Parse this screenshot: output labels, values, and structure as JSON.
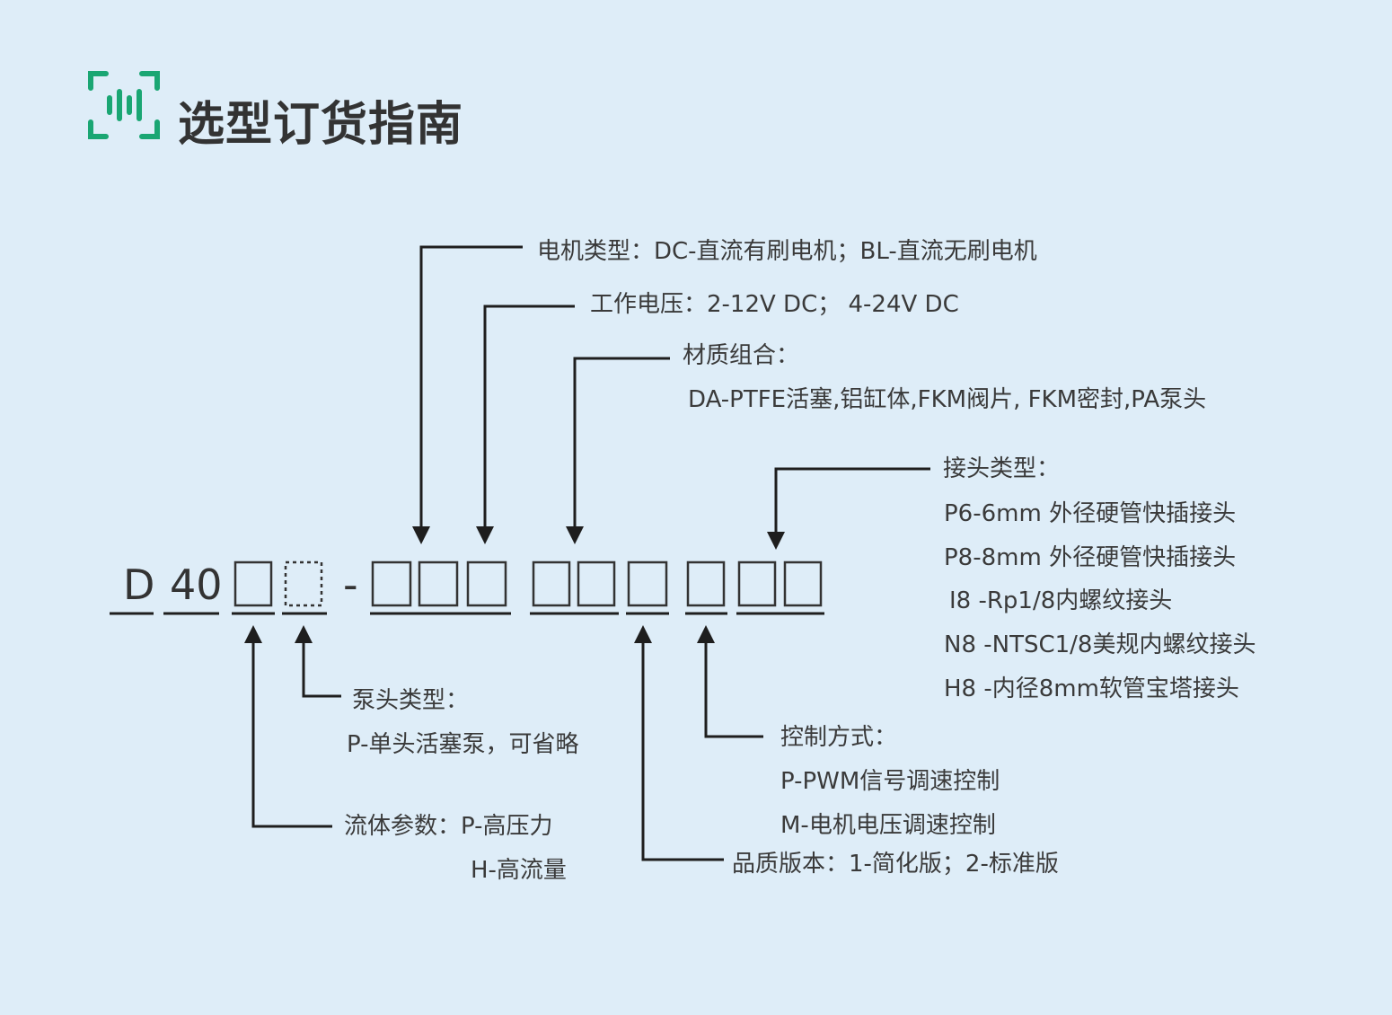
{
  "header": {
    "title": "选型订货指南",
    "icon": "scan-barcode-icon",
    "icon_color": "#1aa673"
  },
  "code": {
    "prefix_d": "D",
    "prefix_40": "40",
    "dash": "-"
  },
  "annotations": {
    "motor_type": "电机类型：DC-直流有刷电机；BL-直流无刷电机",
    "voltage": "工作电压：2-12V DC； 4-24V DC",
    "material_title": "材质组合：",
    "material_value": "DA-PTFE活塞,铝缸体,FKM阀片, FKM密封,PA泵头",
    "connector_title": "接头类型：",
    "connector_items": [
      "P6-6mm  外径硬管快插接头",
      "P8-8mm  外径硬管快插接头",
      "I8 -Rp1/8内螺纹接头",
      "N8 -NTSC1/8美规内螺纹接头",
      "H8 -内径8mm软管宝塔接头"
    ],
    "pump_head_title": "泵头类型：",
    "pump_head_value": "P-单头活塞泵，可省略",
    "fluid_title": "流体参数：P-高压力",
    "fluid_value2": "H-高流量",
    "control_title": "控制方式：",
    "control_items": [
      "P-PWM信号调速控制",
      "M-电机电压调速控制"
    ],
    "quality": "品质版本：1-简化版；2-标准版"
  },
  "colors": {
    "background": "#deedf8",
    "line": "#1e1e1e",
    "text": "#3a3a3a",
    "accent": "#1aa673"
  }
}
